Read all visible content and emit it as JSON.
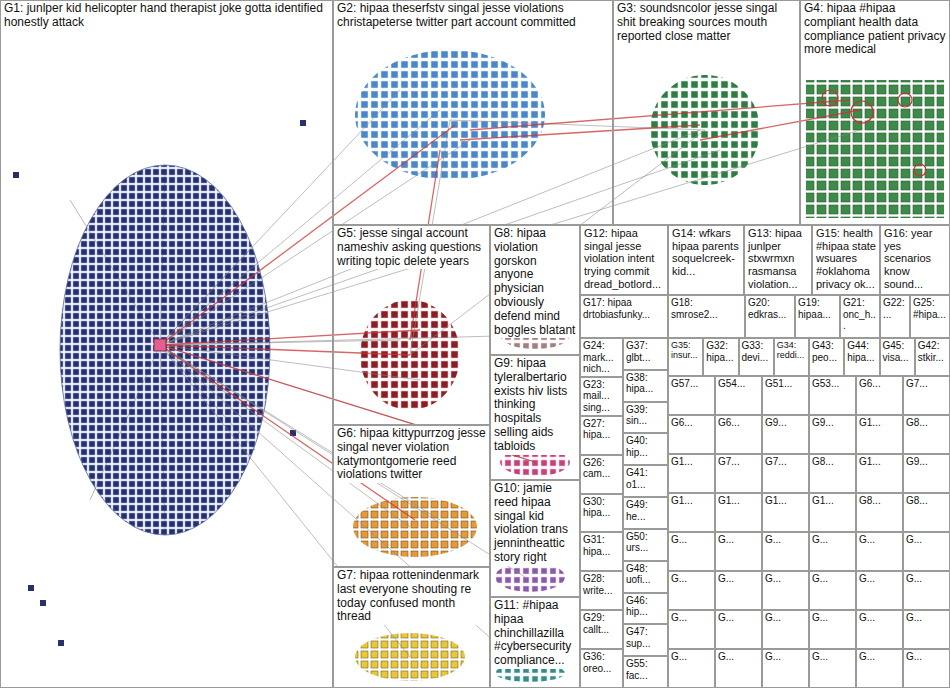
{
  "diagram": {
    "nodes": [
      {
        "text": [
          "G1: junlper kid helicopter hand therapist joke gotta identified honestly attack"
        ]
      },
      {
        "text": [
          "G2: hipaa theserfstv singal jesse violations christapeterse twitter part account committed"
        ]
      },
      {
        "text": [
          "G3: soundsncolor jesse singal shit breaking sources mouth reported close matter"
        ]
      },
      {
        "text": [
          "G4: hipaa #hipaa compliant health data compliance patient privacy more medical"
        ]
      },
      {
        "text": [
          "G5: jesse singal account nameshiv asking questions writing topic delete years"
        ]
      },
      {
        "text": [
          "G8: hipaa violation gorskon anyone physician obviously defend mind boggles blatant"
        ]
      },
      {
        "text": [
          "G12: hipaa singal jesse violation intent trying commit dread_botlord..."
        ]
      },
      {
        "text": [
          "G14: wfkars hipaa parents soquelcreek-kid..."
        ]
      },
      {
        "text": [
          "G13: hipaa junlper stxwrmxn rasmansa violation..."
        ]
      },
      {
        "text": [
          "G15: health #hipaa state wsuares #oklahoma privacy ok..."
        ]
      },
      {
        "text": [
          "G16: year yes scenarios know sound..."
        ]
      },
      {
        "text": [
          "G17: hipaa drtobiasfunky..."
        ]
      },
      {
        "text": [
          "G18: smrose2..."
        ]
      },
      {
        "text": [
          "G20: edkras..."
        ]
      },
      {
        "text": [
          "G19: hipaa..."
        ]
      },
      {
        "text": [
          "G21: onc_h..."
        ]
      },
      {
        "text": [
          "G22: ..."
        ]
      },
      {
        "text": [
          "G25: #hipa..."
        ]
      },
      {
        "text": [
          "G9: hipaa tyleralbertario exists hiv lists thinking hospitals selling aids tabloids"
        ]
      },
      {
        "text": [
          "G6: hipaa kittypurrzog jesse singal never violation katymontgomerie reed violations twitter"
        ]
      },
      {
        "text": [
          "G10: jamie reed hipaa singal kid violation trans jennintheattic story right"
        ]
      },
      {
        "text": [
          "G7: hipaa rottenindenmark last everyone shouting re today confused month thread"
        ]
      },
      {
        "text": [
          "G11: #hipaa hipaa chinchillazilla #cybersecurity compliance..."
        ]
      },
      {
        "text": [
          "G24: mark... nich..."
        ]
      },
      {
        "text": [
          "G23: mail... sing..."
        ]
      },
      {
        "text": [
          "G27: hipa..."
        ]
      },
      {
        "text": [
          "G26: cam..."
        ]
      },
      {
        "text": [
          "G30: hipa..."
        ]
      },
      {
        "text": [
          "G31: hipa..."
        ]
      },
      {
        "text": [
          "G28: write..."
        ]
      },
      {
        "text": [
          "G29: callt..."
        ]
      },
      {
        "text": [
          "G36: oreo..."
        ]
      },
      {
        "text": [
          "G37: glbt..."
        ]
      },
      {
        "text": [
          "G38: hipa..."
        ]
      },
      {
        "text": [
          "G39: sin..."
        ]
      },
      {
        "text": [
          "G40: hip..."
        ]
      },
      {
        "text": [
          "G41: o1..."
        ]
      },
      {
        "text": [
          "G49: he..."
        ]
      },
      {
        "text": [
          "G50: urs..."
        ]
      },
      {
        "text": [
          "G48: uofi..."
        ]
      },
      {
        "text": [
          "G46: hip..."
        ]
      },
      {
        "text": [
          "G47: sup..."
        ]
      },
      {
        "text": [
          "G55: fac..."
        ]
      },
      {
        "text": [
          "G35: insur..."
        ]
      },
      {
        "text": [
          "G32: hipa..."
        ]
      },
      {
        "text": [
          "G33: devi..."
        ]
      },
      {
        "text": [
          "G34: reddi..."
        ]
      },
      {
        "text": [
          "G43: peo..."
        ]
      },
      {
        "text": [
          "G44: hipa..."
        ]
      },
      {
        "text": [
          "G45: visa..."
        ]
      },
      {
        "text": [
          "G42: stkir..."
        ]
      },
      {
        "text": [
          "G57..."
        ]
      },
      {
        "text": [
          "G54..."
        ]
      },
      {
        "text": [
          "G51..."
        ]
      },
      {
        "text": [
          "G53..."
        ]
      },
      {
        "text": [
          "G6..."
        ]
      },
      {
        "text": [
          "G7..."
        ]
      },
      {
        "text": [
          "G6..."
        ]
      },
      {
        "text": [
          "G6..."
        ]
      },
      {
        "text": [
          "G9..."
        ]
      },
      {
        "text": [
          "G9..."
        ]
      },
      {
        "text": [
          "G1..."
        ]
      },
      {
        "text": [
          "G8..."
        ]
      },
      {
        "text": [
          "G1..."
        ]
      },
      {
        "text": [
          "G7..."
        ]
      },
      {
        "text": [
          "G7..."
        ]
      },
      {
        "text": [
          "G8..."
        ]
      },
      {
        "text": [
          "G1..."
        ]
      },
      {
        "text": [
          "G9..."
        ]
      },
      {
        "text": [
          "G1..."
        ]
      },
      {
        "text": [
          "G1..."
        ]
      },
      {
        "text": [
          "G1..."
        ]
      },
      {
        "text": [
          "G1..."
        ]
      },
      {
        "text": [
          "G8..."
        ]
      },
      {
        "text": [
          "G8..."
        ]
      },
      {
        "text": [
          "G..."
        ]
      },
      {
        "text": [
          "G..."
        ]
      },
      {
        "text": [
          "G..."
        ]
      },
      {
        "text": [
          "G..."
        ]
      },
      {
        "text": [
          "G..."
        ]
      },
      {
        "text": [
          "G..."
        ]
      },
      {
        "text": [
          "G..."
        ]
      },
      {
        "text": [
          "G..."
        ]
      },
      {
        "text": [
          "G..."
        ]
      },
      {
        "text": [
          "G..."
        ]
      },
      {
        "text": [
          "G..."
        ]
      },
      {
        "text": [
          "G..."
        ]
      },
      {
        "text": [
          "G..."
        ]
      },
      {
        "text": [
          "G..."
        ]
      },
      {
        "text": [
          "G..."
        ]
      },
      {
        "text": [
          "G..."
        ]
      },
      {
        "text": [
          "G..."
        ]
      },
      {
        "text": [
          "G..."
        ]
      },
      {
        "text": [
          "G..."
        ]
      },
      {
        "text": [
          "G..."
        ]
      },
      {
        "text": [
          "G..."
        ]
      },
      {
        "text": [
          "G..."
        ]
      },
      {
        "text": [
          "G..."
        ]
      },
      {
        "text": [
          "G..."
        ]
      }
    ]
  }
}
